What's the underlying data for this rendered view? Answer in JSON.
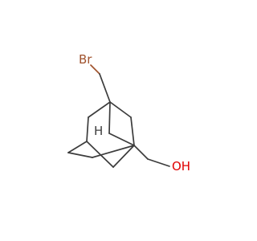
{
  "molecule": {
    "labels": {
      "bromine": "Br",
      "hydroxyl": "OH",
      "hydrogen": "H"
    },
    "colors": {
      "bond": "#3c3c3c",
      "bromine": "#a0522d",
      "oxygen": "#e00000",
      "background": "#ffffff"
    }
  }
}
